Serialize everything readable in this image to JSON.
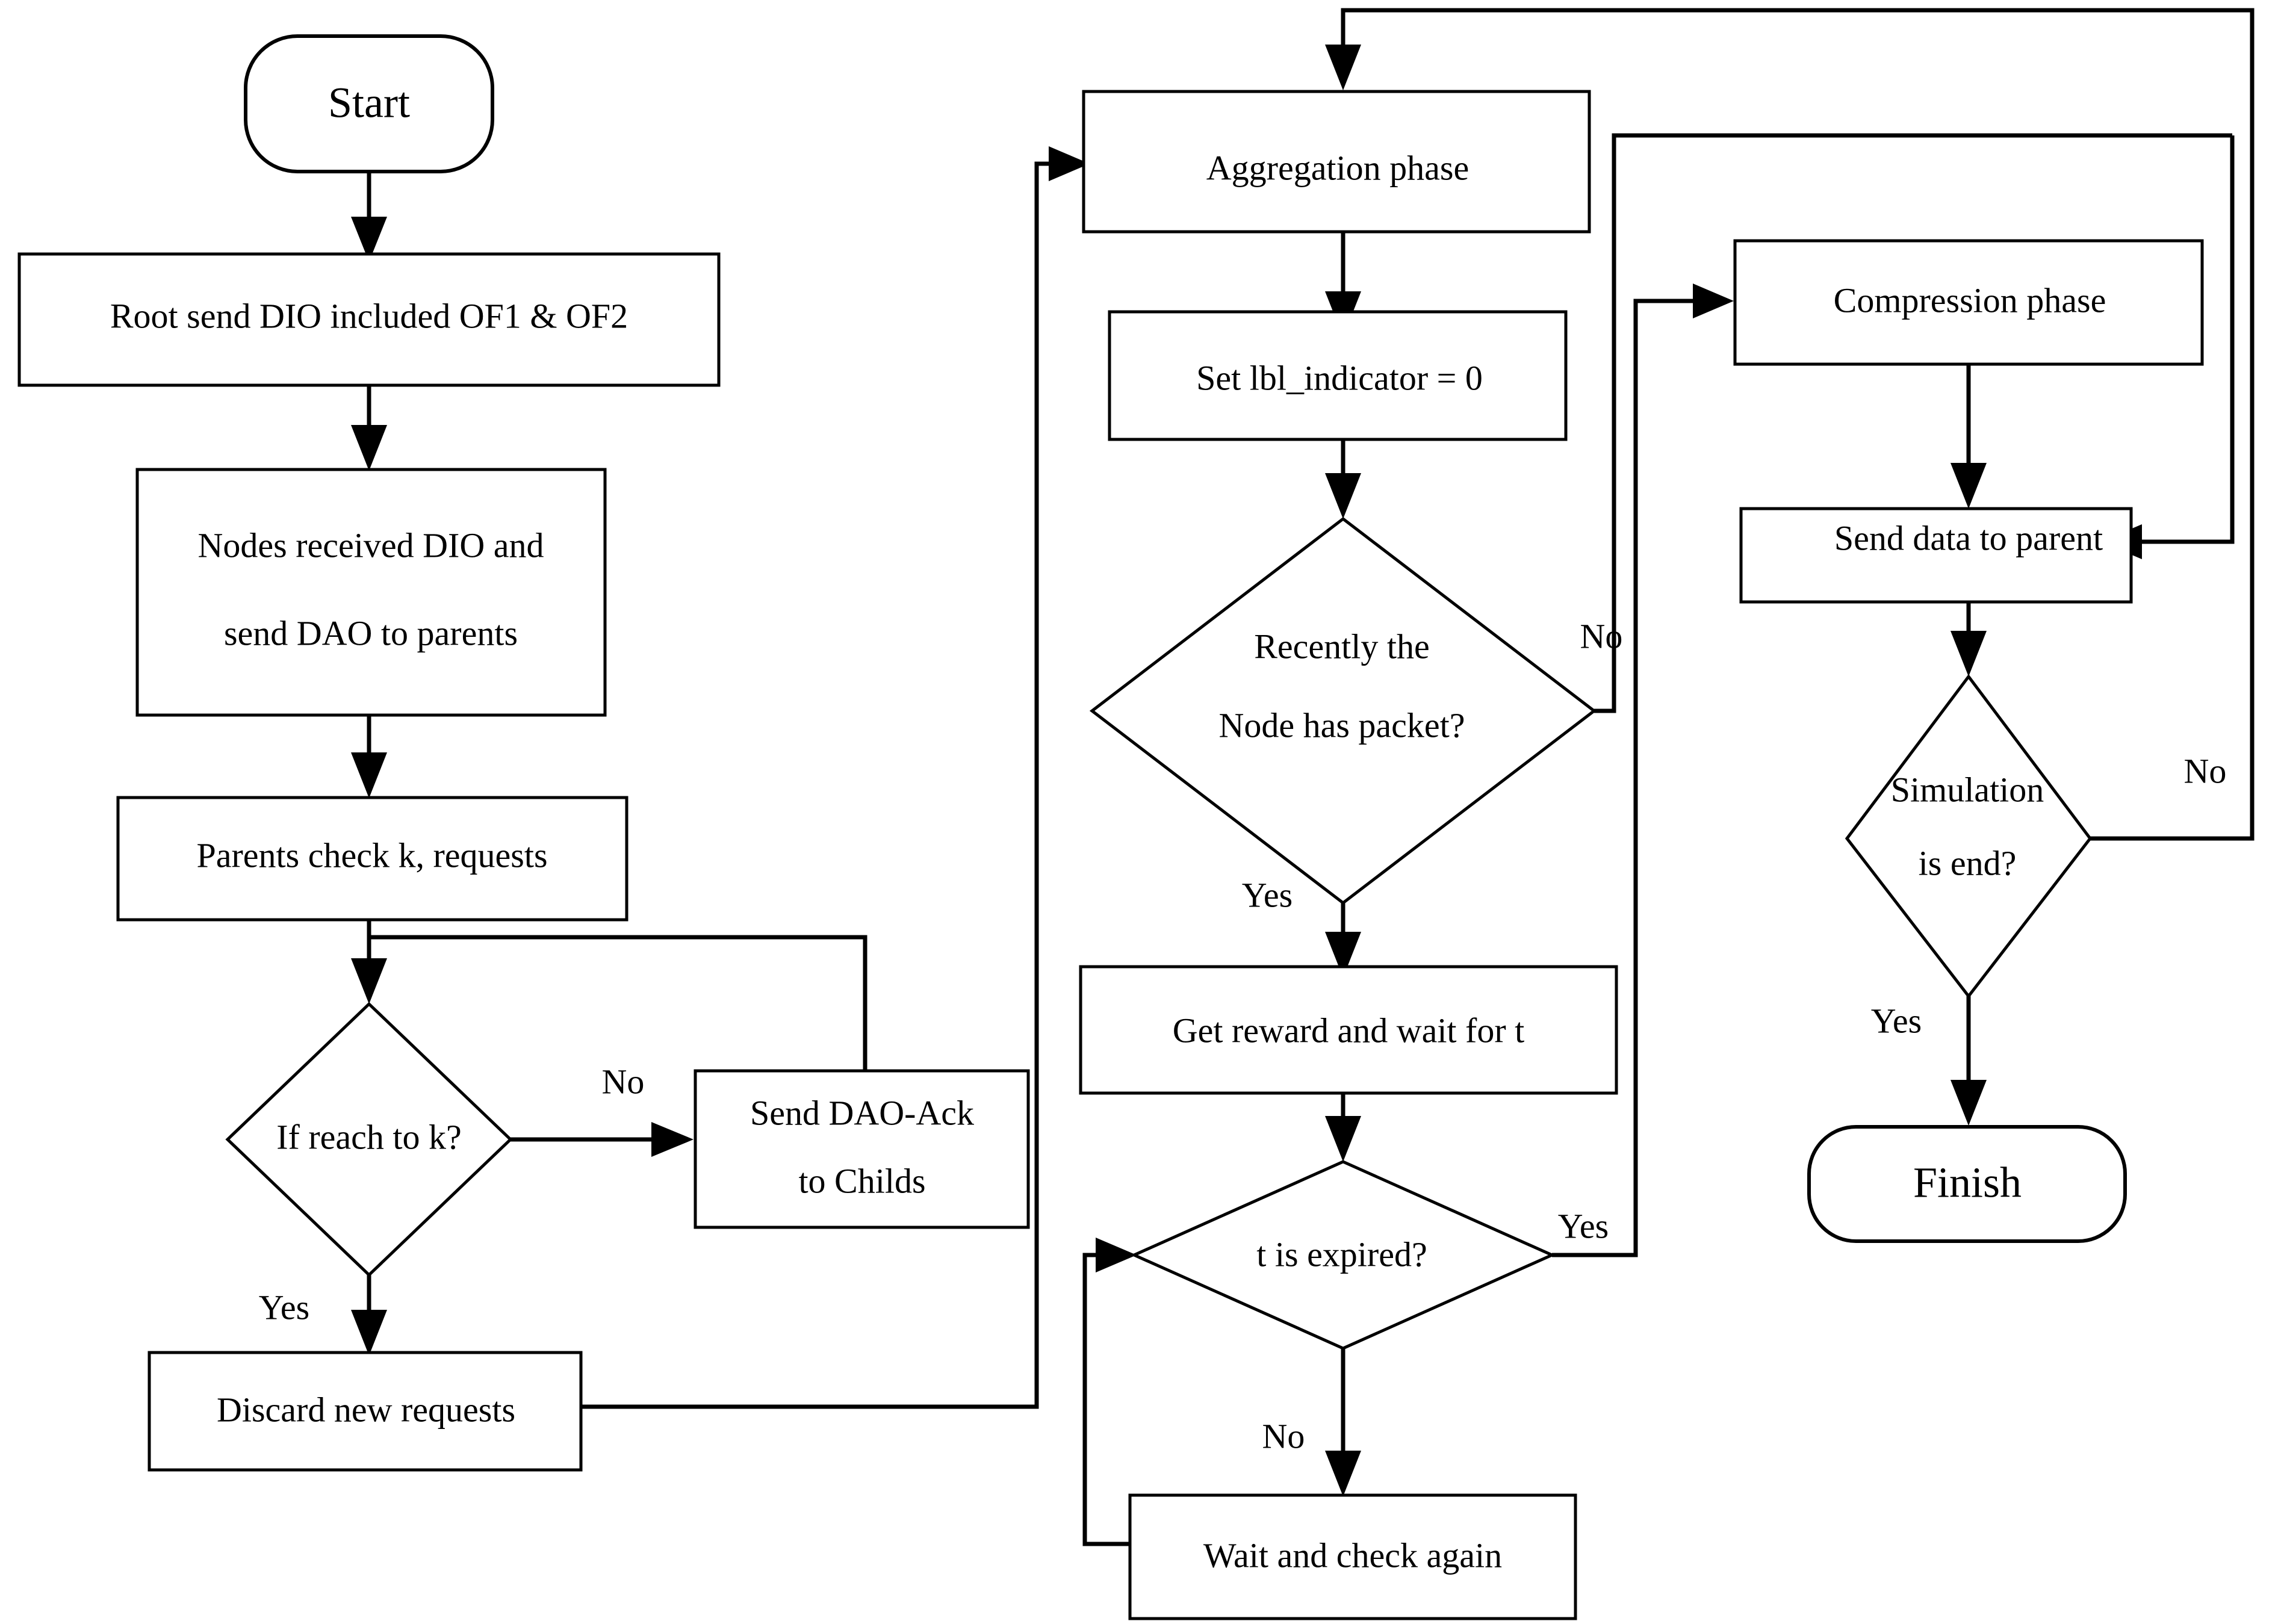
{
  "diagram": {
    "title": "RPL data aggregation and compression protocol flowchart",
    "orientation": "left-to-right, three columns",
    "colors": {
      "background": "#ffffff",
      "stroke": "#000000",
      "fill": "#ffffff"
    },
    "nodes": [
      {
        "id": "start",
        "type": "terminator",
        "label": "Start"
      },
      {
        "id": "root_send_dio",
        "type": "process",
        "label": "Root send DIO included OF1 & OF2"
      },
      {
        "id": "nodes_received",
        "type": "process",
        "label_line1": "Nodes received DIO and",
        "label_line2": "send DAO to parents"
      },
      {
        "id": "parents_check",
        "type": "process",
        "label": "Parents check k, requests"
      },
      {
        "id": "if_reach_k",
        "type": "decision",
        "label": "If reach to k?"
      },
      {
        "id": "send_dao_ack",
        "type": "process",
        "label_line1": "Send DAO-Ack",
        "label_line2": "to Childs"
      },
      {
        "id": "discard_requests",
        "type": "process",
        "label": "Discard new requests"
      },
      {
        "id": "aggregation",
        "type": "process",
        "label": "Aggregation phase"
      },
      {
        "id": "set_lbl",
        "type": "process",
        "label": "Set lbl_indicator = 0"
      },
      {
        "id": "node_has_packet",
        "type": "decision",
        "label_line1": "Recently the",
        "label_line2": "Node has packet?"
      },
      {
        "id": "get_reward",
        "type": "process",
        "label": "Get reward and wait for t"
      },
      {
        "id": "t_expired",
        "type": "decision",
        "label": "t is expired?"
      },
      {
        "id": "wait_check",
        "type": "process",
        "label": "Wait and check again"
      },
      {
        "id": "compression",
        "type": "process",
        "label": "Compression phase"
      },
      {
        "id": "send_data",
        "type": "process",
        "label": "Send data to parent"
      },
      {
        "id": "simulation_end",
        "type": "decision",
        "label_line1": "Simulation",
        "label_line2": "is end?"
      },
      {
        "id": "finish",
        "type": "terminator",
        "label": "Finish"
      }
    ],
    "edges": [
      {
        "from": "start",
        "to": "root_send_dio",
        "label": ""
      },
      {
        "from": "root_send_dio",
        "to": "nodes_received",
        "label": ""
      },
      {
        "from": "nodes_received",
        "to": "parents_check",
        "label": ""
      },
      {
        "from": "parents_check",
        "to": "if_reach_k",
        "label": ""
      },
      {
        "from": "if_reach_k",
        "to": "send_dao_ack",
        "label": "No"
      },
      {
        "from": "if_reach_k",
        "to": "discard_requests",
        "label": "Yes"
      },
      {
        "from": "send_dao_ack",
        "to": "if_reach_k",
        "label": ""
      },
      {
        "from": "discard_requests",
        "to": "aggregation",
        "label": ""
      },
      {
        "from": "aggregation",
        "to": "set_lbl",
        "label": ""
      },
      {
        "from": "set_lbl",
        "to": "node_has_packet",
        "label": ""
      },
      {
        "from": "node_has_packet",
        "to": "compression",
        "label": "No"
      },
      {
        "from": "node_has_packet",
        "to": "get_reward",
        "label": "Yes"
      },
      {
        "from": "get_reward",
        "to": "t_expired",
        "label": ""
      },
      {
        "from": "t_expired",
        "to": "send_data",
        "label": "Yes"
      },
      {
        "from": "t_expired",
        "to": "wait_check",
        "label": "No"
      },
      {
        "from": "wait_check",
        "to": "t_expired",
        "label": ""
      },
      {
        "from": "compression",
        "to": "send_data",
        "label": ""
      },
      {
        "from": "send_data",
        "to": "simulation_end",
        "label": ""
      },
      {
        "from": "simulation_end",
        "to": "aggregation",
        "label": "No"
      },
      {
        "from": "simulation_end",
        "to": "finish",
        "label": "Yes"
      }
    ],
    "edge_labels": {
      "if_reach_k_no": "No",
      "if_reach_k_yes": "Yes",
      "node_has_packet_no": "No",
      "node_has_packet_yes": "Yes",
      "t_expired_yes": "Yes",
      "t_expired_no": "No",
      "simulation_end_no": "No",
      "simulation_end_yes": "Yes"
    }
  }
}
